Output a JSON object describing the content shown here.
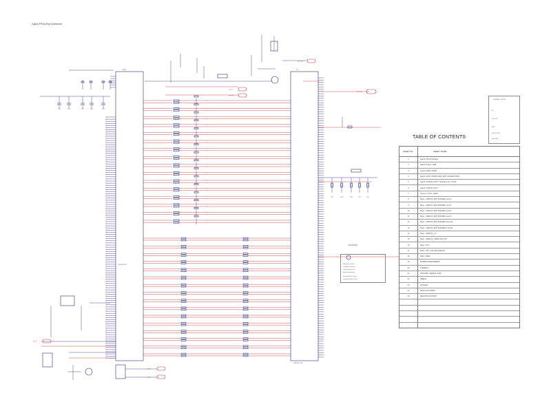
{
  "sheet_title": "Gapl1-FPGA Exp Connector",
  "toc": {
    "title": "TABLE OF CONTENTS",
    "header": {
      "sheet_no": "SHEET No.",
      "sheet_name": "SHEET NAME"
    },
    "rows": [
      {
        "no": "1",
        "name": "Gapl1: FPGA Interface"
      },
      {
        "no": "2",
        "name": "Gapl1: Power / USB"
      },
      {
        "no": "3",
        "name": "Gapl1: HDMI / DDR3"
      },
      {
        "no": "4",
        "name": "Gapl1: GPIO / PMOD HDR_EXP CONNECTORS"
      },
      {
        "no": "5",
        "name": "Gapl1: CONFIG SOFT / 10/100 & 1G / XCVR"
      },
      {
        "no": "6",
        "name": "Gapl1: CONFIG CLKT"
      },
      {
        "no": "7",
        "name": "Comms / OSC / HDMI"
      },
      {
        "no": "8",
        "name": "Repo - HDMI IN_EXP PHASED Level 0"
      },
      {
        "no": "9",
        "name": "Repo - HDMI IN_EXP PHASED Level 1"
      },
      {
        "no": "10",
        "name": "Repo - HDMI IN_EXP PHASED Level 2"
      },
      {
        "no": "11",
        "name": "Repo - HDMI IN_EXP PHASED Level 3"
      },
      {
        "no": "12",
        "name": "Repo - HDMI IN_EXP PHASED Level 4A"
      },
      {
        "no": "13",
        "name": "Repo - HDMI IN_EXP PHASED P_IN 1B"
      },
      {
        "no": "14",
        "name": "Repo - HDMI IN_ IO"
      },
      {
        "no": "15",
        "name": "Repo - HDMI IN_ DDR3 with FTP"
      },
      {
        "no": "16",
        "name": "Repo - PHY"
      },
      {
        "no": "17",
        "name": "Repo - 1/8 + 1/8 LED_SWITCH"
      },
      {
        "no": "18",
        "name": "FMC / HDMI"
      },
      {
        "no": "19",
        "name": "POWER MANAGEMENT"
      },
      {
        "no": "20",
        "name": "THERMAL"
      },
      {
        "no": "21",
        "name": "GROUND / SHIELD / ESD"
      },
      {
        "no": "22",
        "name": "DEBUG"
      },
      {
        "no": "23",
        "name": "PHY/LED"
      },
      {
        "no": "24",
        "name": "BLOCK DIAGRAM"
      },
      {
        "no": "25",
        "name": "REVISION HISTORY"
      },
      {
        "no": "",
        "name": ""
      },
      {
        "no": "",
        "name": ""
      },
      {
        "no": "",
        "name": ""
      },
      {
        "no": "",
        "name": ""
      },
      {
        "no": "",
        "name": ""
      }
    ]
  },
  "legend": {
    "title": "LEGEND / NOTES",
    "lines": [
      "NC",
      "PULL-UP",
      "GND",
      "TEST POINT",
      "FIDUCIAL"
    ]
  },
  "note_box": {
    "title": "MOUNTING",
    "lines": [
      "Mounting holes for",
      "standoff connection",
      "to ground plane via",
      "plated through-hole",
      "Standoff: M2.5 x 5mm",
      "Use plated hole, 3.2mm"
    ]
  },
  "offpage_connectors": [
    {
      "label": "SPI_SCLK"
    },
    {
      "label": "VCCIO"
    },
    {
      "label": "PWR_EN"
    },
    {
      "label": "CLK_OUT"
    },
    {
      "label": "RST_N"
    },
    {
      "label": "LED0"
    },
    {
      "label": "LED1"
    }
  ],
  "component_refs": {
    "main_ic": "U1A",
    "main_ic_part": "EP4CE22F17",
    "connector": "J1",
    "connector_part": "HEADER 2X40"
  },
  "colors": {
    "wire": "#4a4a9a",
    "net": "#c03a3a",
    "pin": "#cc4488",
    "body": "#2b2b7a",
    "connector": "#c03a3a"
  }
}
